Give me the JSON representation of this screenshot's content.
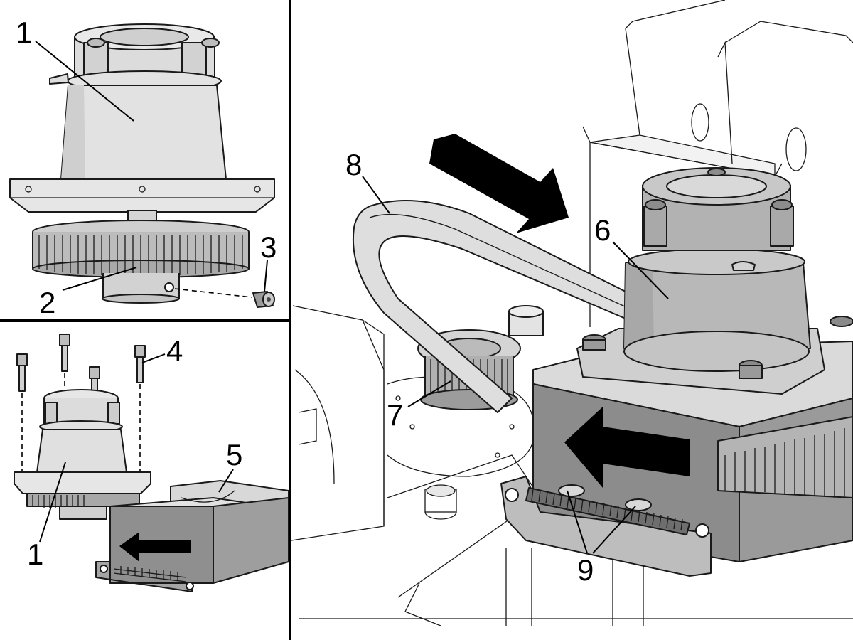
{
  "panels": [
    {
      "id": "top-left",
      "description_visible": false
    },
    {
      "id": "bottom-left",
      "description_visible": false
    },
    {
      "id": "right",
      "description_visible": false
    }
  ],
  "callouts": [
    "1",
    "2",
    "3",
    "4",
    "5",
    "1",
    "6",
    "7",
    "8",
    "9"
  ],
  "colors": {
    "motor_light": "#e6e6e6",
    "motor_mid": "#cfcfcf",
    "bracket_dark": "#8c8c8c",
    "arrow": "#000000",
    "line": "#1a1a1a",
    "background": "#ffffff"
  },
  "icons": [
    "direction-arrow-icon",
    "direction-arrow-icon",
    "direction-arrow-icon",
    "direction-arrow-icon"
  ]
}
